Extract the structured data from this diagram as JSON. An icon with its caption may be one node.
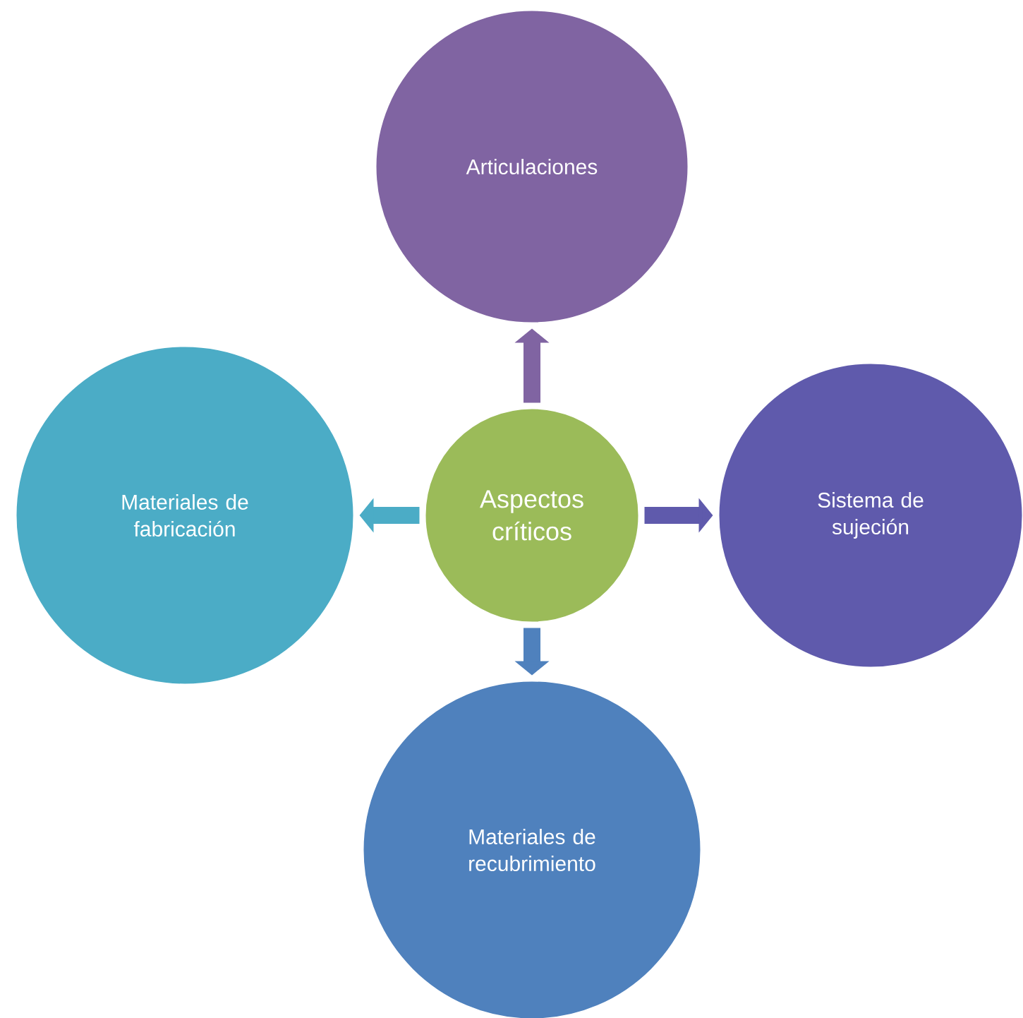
{
  "diagram": {
    "nodes": [
      {
        "text": [
          "Aspectos críticos"
        ]
      },
      {
        "text": [
          "Articulaciones"
        ]
      },
      {
        "text": [
          "Sistema de sujeción"
        ]
      },
      {
        "text": [
          "Materiales de recubrimiento"
        ]
      },
      {
        "text": [
          "Materiales de fabricación"
        ]
      }
    ],
    "edges": [
      {
        "from": 0,
        "to": 1,
        "arrow": "to",
        "color": "#8064a2"
      },
      {
        "from": 0,
        "to": 2,
        "arrow": "to",
        "color": "#5f5aac"
      },
      {
        "from": 0,
        "to": 3,
        "arrow": "to",
        "color": "#4f81bd"
      },
      {
        "from": 0,
        "to": 4,
        "arrow": "to",
        "color": "#4bacc6"
      }
    ]
  }
}
